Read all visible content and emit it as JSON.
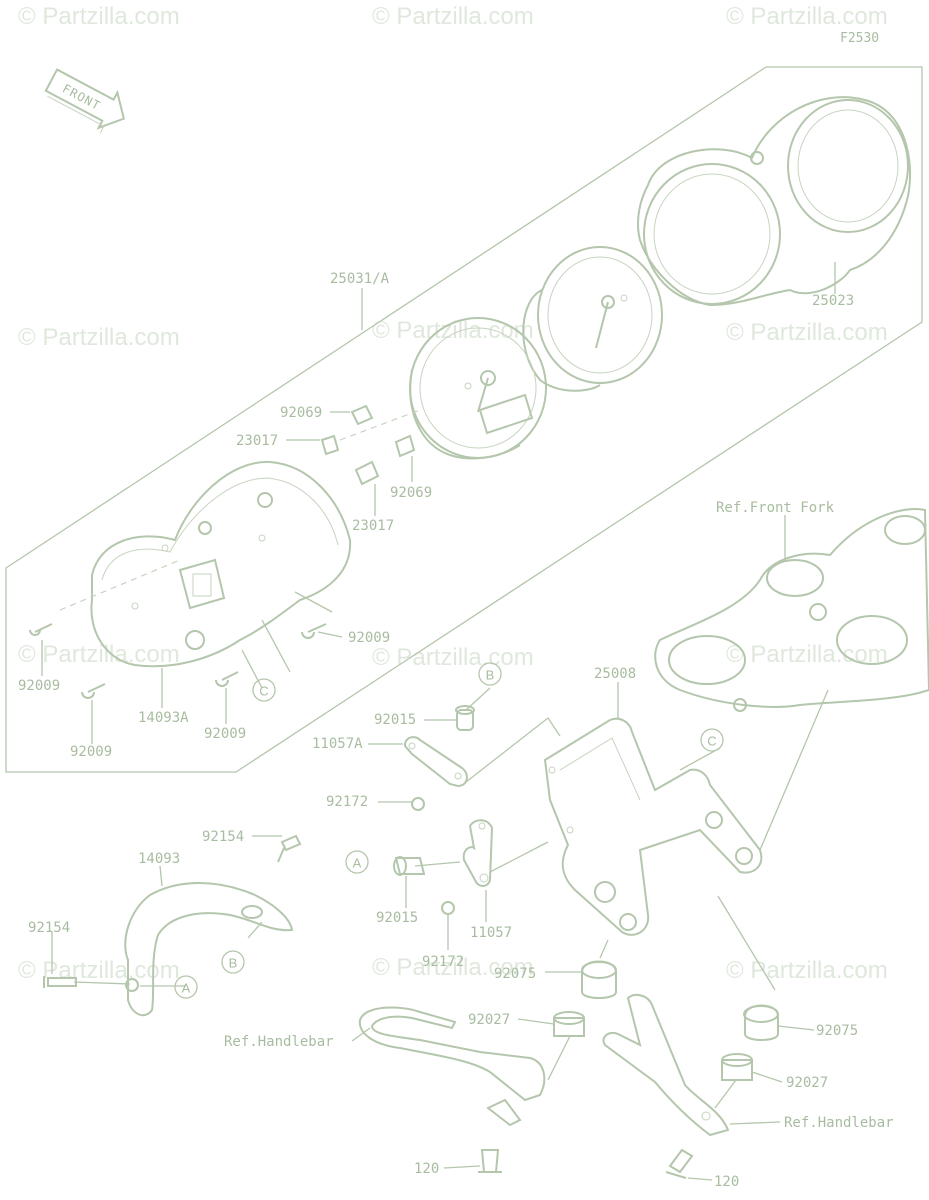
{
  "watermarks": [
    "© Partzilla.com",
    "© Partzilla.com",
    "© Partzilla.com",
    "© Partzilla.com",
    "© Partzilla.com",
    "© Partzilla.com",
    "© Partzilla.com",
    "© Partzilla.com",
    "© Partzilla.com",
    "© Partzilla.com",
    "© Partzilla.com",
    "© Partzilla.com"
  ],
  "figure_code": "F2530",
  "front_arrow_label": "FRONT",
  "callouts": {
    "p25031a": "25031/A",
    "p25023": "25023",
    "p92069a": "92069",
    "p23017a": "23017",
    "p92069b": "92069",
    "p23017b": "23017",
    "p92009a": "92009",
    "p92009b": "92009",
    "p92009c": "92009",
    "p92009d": "92009",
    "p14093a": "14093A",
    "ref_front_fork": "Ref.Front Fork",
    "p25008": "25008",
    "p92015a": "92015",
    "p11057a": "11057A",
    "p92172a": "92172",
    "p92154a": "92154",
    "p14093": "14093",
    "p92154b": "92154",
    "p92015b": "92015",
    "p11057": "11057",
    "p92172b": "92172",
    "p92075a": "92075",
    "p92027a": "92027",
    "ref_handlebar_a": "Ref.Handlebar",
    "p92075b": "92075",
    "p92027b": "92027",
    "ref_handlebar_b": "Ref.Handlebar",
    "p120a": "120",
    "p120b": "120"
  },
  "ref_letters": {
    "a1": "A",
    "a2": "A",
    "b1": "B",
    "b2": "B",
    "c1": "C",
    "c2": "C"
  }
}
